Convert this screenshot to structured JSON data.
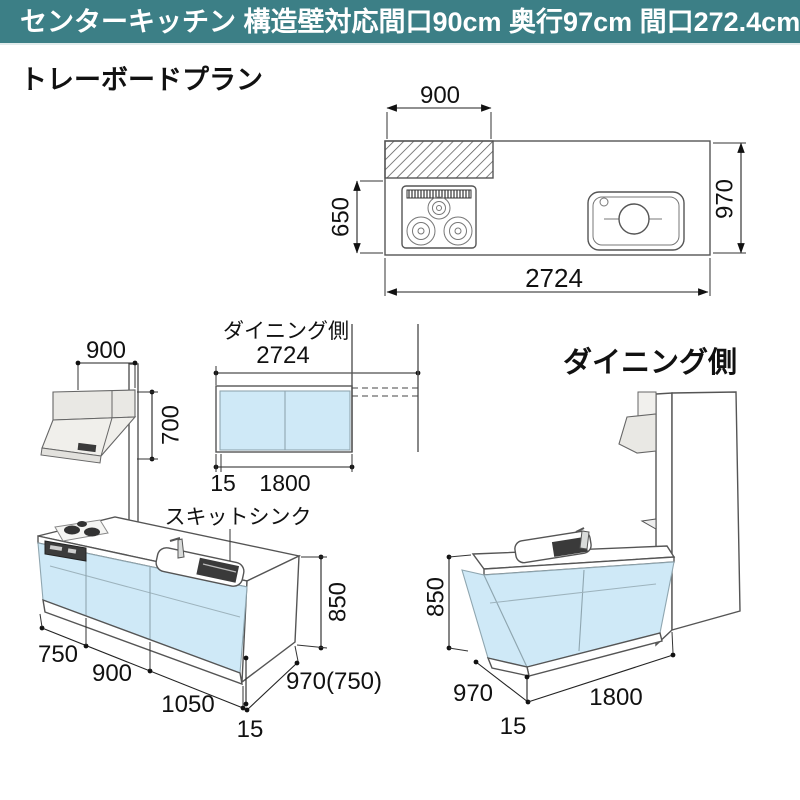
{
  "header": {
    "title": "センターキッチン 構造壁対応間口90cm 奥行97cm 間口272.4cm",
    "bg_color": "#3C7F86"
  },
  "page": {
    "plan_name": "トレーボードプラン"
  },
  "plan_view": {
    "hood_width": "900",
    "cooktop_depth": "650",
    "counter_depth": "970",
    "counter_width": "2724"
  },
  "wall_cabinet": {
    "side_label": "ダイニング側",
    "total_width": "2724",
    "gap": "15",
    "cabinet_width": "1800"
  },
  "front_view": {
    "hood_width": "900",
    "hood_height": "700",
    "sink_label": "スキットシンク",
    "counter_height": "850",
    "seg1": "750",
    "seg2": "900",
    "seg3": "1050",
    "end_panel": "15",
    "depth": "970(750)"
  },
  "dining_view": {
    "label": "ダイニング側",
    "counter_height": "850",
    "depth": "970",
    "end_panel": "15",
    "cabinet_width": "1800"
  },
  "colors": {
    "header_bg": "#3C7F86",
    "cabinet_blue": "#CFE9F7",
    "hood_gray": "#E9E8E4"
  }
}
